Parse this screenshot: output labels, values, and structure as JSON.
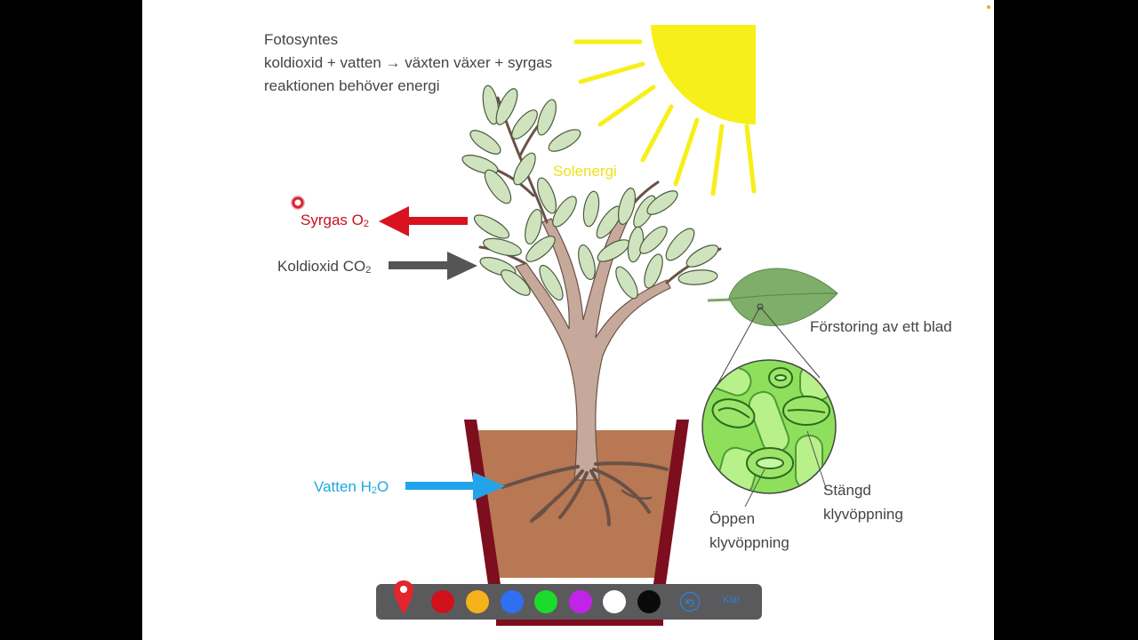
{
  "title": {
    "line1": "Fotosyntes",
    "line2": "koldioxid + vatten → växten växer + syrgas",
    "line3": "reaktionen behöver energi"
  },
  "labels": {
    "sun_energy": "Solenergi",
    "oxygen": "Syrgas O",
    "oxygen_sub": "2",
    "co2": "Koldioxid CO",
    "co2_sub": "2",
    "water": "Vatten H",
    "water_sub": "2",
    "water_tail": "O",
    "leaf_zoom": "Förstoring av ett blad",
    "closed_1": "Stängd",
    "closed_2": "klyvöppning",
    "open_1": "Öppen",
    "open_2": "klyvöppning"
  },
  "toolbar": {
    "done_label": "Klar",
    "swatches": [
      "#d0111c",
      "#f5b21b",
      "#2f6ff2",
      "#1bdc2a",
      "#c223e8",
      "#ffffff",
      "#0a0a0a"
    ]
  },
  "colors": {
    "sun": "#f7ef1a",
    "arrow_red": "#d8121f",
    "arrow_grey": "#555555",
    "arrow_blue": "#23a4ea",
    "pot": "#7d0e1d",
    "soil": "#b87853"
  }
}
